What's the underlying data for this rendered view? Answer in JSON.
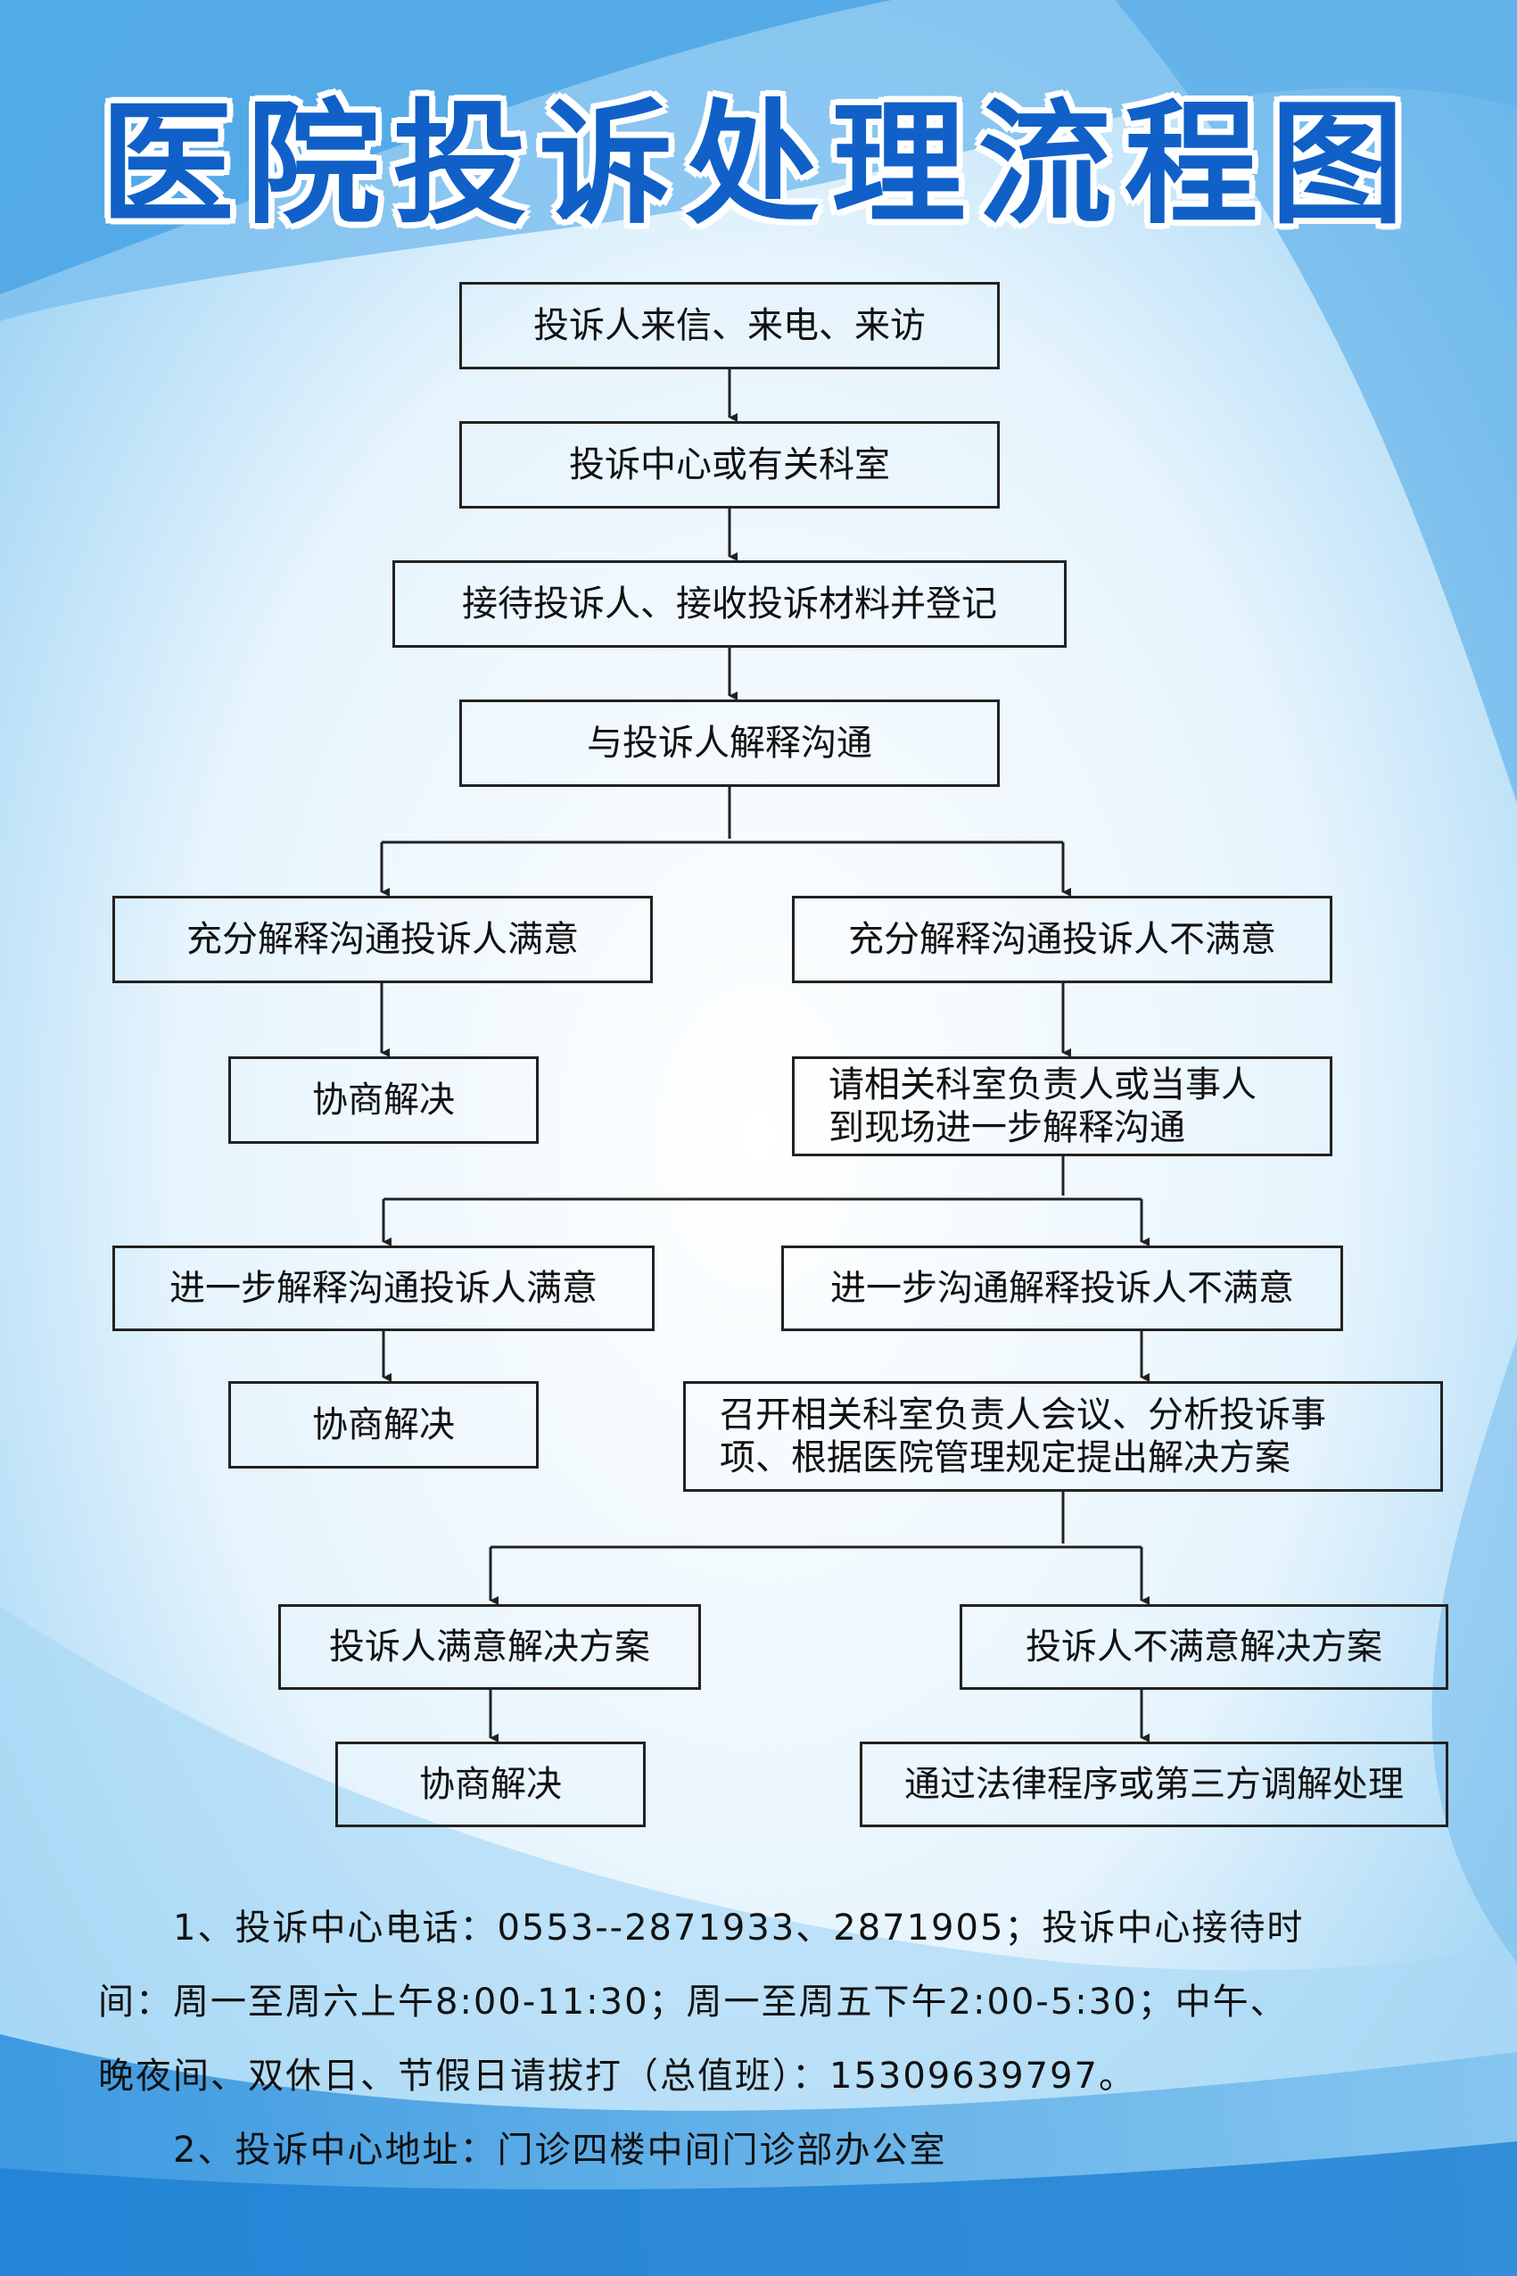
{
  "title": "医院投诉处理流程图",
  "colors": {
    "title": "#1060c8",
    "background_light": "#eef7fd",
    "background_blue": "#3a9be0",
    "box_border": "#222222"
  },
  "flow": {
    "step1": "投诉人来信、来电、来访",
    "step2": "投诉中心或有关科室",
    "step3": "接待投诉人、接收投诉材料并登记",
    "step4": "与投诉人解释沟通",
    "left1": "充分解释沟通投诉人满意",
    "right1": "充分解释沟通投诉人不满意",
    "left1_result": "协商解决",
    "right2_line1": "请相关科室负责人或当事人",
    "right2_line2": "到现场进一步解释沟通",
    "left2": "进一步解释沟通投诉人满意",
    "right3": "进一步沟通解释投诉人不满意",
    "left2_result": "协商解决",
    "right4_line1": "召开相关科室负责人会议、分析投诉事",
    "right4_line2": "项、根据医院管理规定提出解决方案",
    "left3": "投诉人满意解决方案",
    "right5": "投诉人不满意解决方案",
    "left3_result": "协商解决",
    "right5_result": "通过法律程序或第三方调解处理"
  },
  "notes": {
    "line1": "　　1、投诉中心电话：0553--2871933、2871905；投诉中心接待时",
    "line2": "间：周一至周六上午8:00-11:30；周一至周五下午2:00-5:30；中午、",
    "line3": "晚夜间、双休日、节假日请拔打（总值班）：15309639797。",
    "line4": "　　2、投诉中心地址：门诊四楼中间门诊部办公室"
  }
}
